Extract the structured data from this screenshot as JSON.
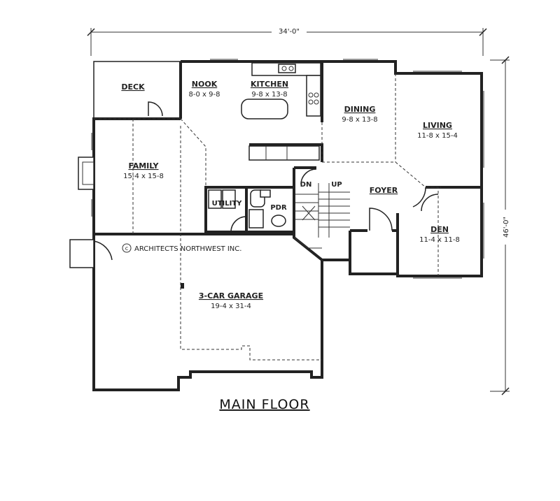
{
  "dimensions": {
    "width": "34'-0\"",
    "depth": "46'-0\""
  },
  "rooms": {
    "deck": {
      "name": "DECK"
    },
    "nook": {
      "name": "NOOK",
      "size": "8-0 x 9-8"
    },
    "kitchen": {
      "name": "KITCHEN",
      "size": "9-8 x 13-8"
    },
    "dining": {
      "name": "DINING",
      "size": "9-8 x 13-8"
    },
    "living": {
      "name": "LIVING",
      "size": "11-8 x 15-4"
    },
    "family": {
      "name": "FAMILY",
      "size": "15-4 x 15-8"
    },
    "utility": {
      "name": "UTILITY"
    },
    "pdr": {
      "name": "PDR"
    },
    "foyer": {
      "name": "FOYER"
    },
    "den": {
      "name": "DEN",
      "size": "11-4 x 11-8"
    },
    "garage": {
      "name": "3-CAR GARAGE",
      "size": "19-4 x 31-4"
    }
  },
  "stairs": {
    "down": "DN",
    "up": "UP"
  },
  "copyright": {
    "symbol": "c",
    "text": "ARCHITECTS NORTHWEST INC."
  },
  "title": "MAIN FLOOR"
}
